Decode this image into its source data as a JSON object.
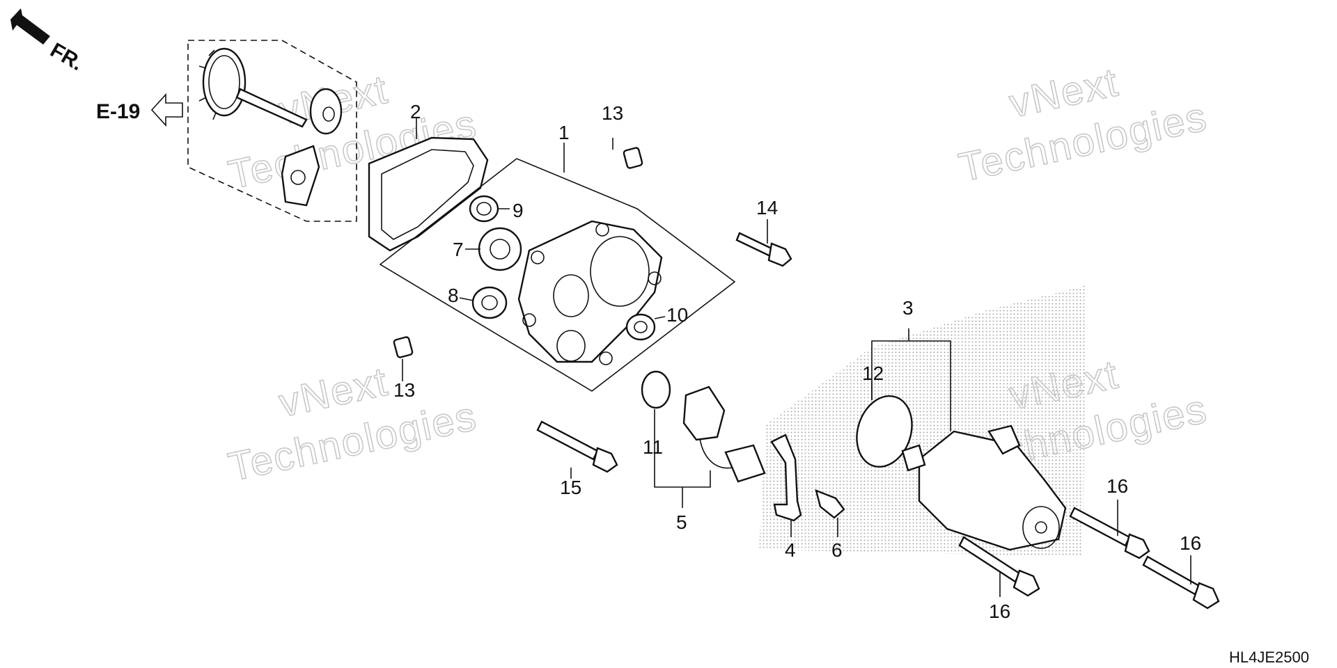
{
  "diagram": {
    "front_marker": "FR.",
    "reference": {
      "label": "E-19"
    },
    "diagram_code": "HL4JE2500",
    "watermarks": [
      {
        "line1": "vNext",
        "line2": "Technologies"
      },
      {
        "line1": "vNext",
        "line2": "Technologies"
      },
      {
        "line1": "vNext",
        "line2": "Technologies"
      },
      {
        "line1": "vNext",
        "line2": "Technologies"
      }
    ],
    "callouts": {
      "c1": "1",
      "c2": "2",
      "c3": "3",
      "c4": "4",
      "c5": "5",
      "c6": "6",
      "c7": "7",
      "c8": "8",
      "c9": "9",
      "c10": "10",
      "c11": "11",
      "c12": "12",
      "c13a": "13",
      "c13b": "13",
      "c14": "14",
      "c15": "15",
      "c16a": "16",
      "c16b": "16",
      "c16c": "16"
    }
  }
}
